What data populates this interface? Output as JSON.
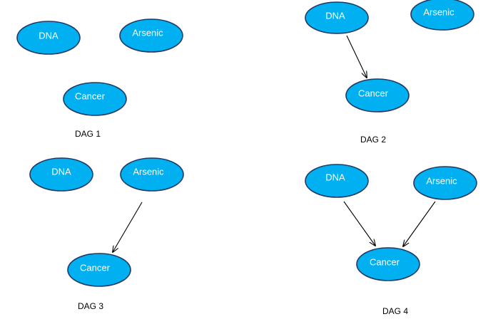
{
  "colors": {
    "node_fill": "#00b0f0",
    "node_stroke": "#1f3864",
    "edge": "#000000"
  },
  "dags": [
    {
      "caption": "DAG  1",
      "nodes": {
        "dna": "DNA",
        "arsenic": "Arsenic",
        "cancer": "Cancer"
      },
      "edges": []
    },
    {
      "caption": "DAG  2",
      "nodes": {
        "dna": "DNA",
        "arsenic": "Arsenic",
        "cancer": "Cancer"
      },
      "edges": [
        {
          "from": "DNA",
          "to": "Cancer"
        }
      ]
    },
    {
      "caption": "DAG  3",
      "nodes": {
        "dna": "DNA",
        "arsenic": "Arsenic",
        "cancer": "Cancer"
      },
      "edges": [
        {
          "from": "Arsenic",
          "to": "Cancer"
        }
      ]
    },
    {
      "caption": "DAG  4",
      "nodes": {
        "dna": "DNA",
        "arsenic": "Arsenic",
        "cancer": "Cancer"
      },
      "edges": [
        {
          "from": "DNA",
          "to": "Cancer"
        },
        {
          "from": "Arsenic",
          "to": "Cancer"
        }
      ]
    }
  ]
}
